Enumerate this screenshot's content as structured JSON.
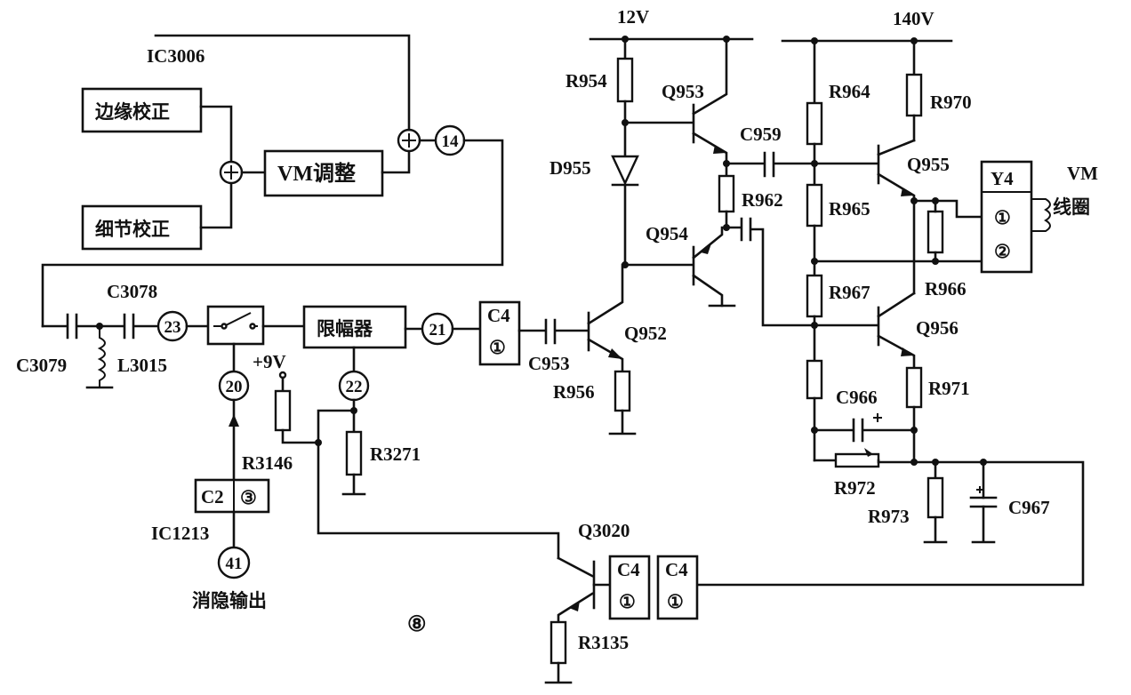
{
  "rails": {
    "v12": "12V",
    "v140": "140V",
    "v9": "+9V"
  },
  "ic": {
    "ic3006": "IC3006",
    "ic1213": "IC1213"
  },
  "blocks": {
    "edge_correction": "边缘校正",
    "detail_correction": "细节校正",
    "vm_adjust": "VM调整",
    "limiter": "限幅器",
    "c2": "C2",
    "c2_pin": "③",
    "c4": "C4",
    "c4_pin": "①",
    "y4": "Y4",
    "y4_pin1": "①",
    "y4_pin2": "②"
  },
  "coil_label": [
    "VM",
    "线圈"
  ],
  "nodes": {
    "n14": "14",
    "n23": "23",
    "n21": "21",
    "n20": "20",
    "n22": "22",
    "n41": "41"
  },
  "blank_output": "消隐输出",
  "figure_no": "⑧",
  "labels": {
    "R954": "R954",
    "Q953": "Q953",
    "D955": "D955",
    "C959": "C959",
    "R962": "R962",
    "Q954": "Q954",
    "R964": "R964",
    "R970": "R970",
    "Q955": "Q955",
    "R965": "R965",
    "R966": "R966",
    "R967": "R967",
    "Q956": "Q956",
    "R971": "R971",
    "C966": "C966",
    "R972": "R972",
    "R973": "R973",
    "C967": "C967",
    "C3078": "C3078",
    "C3079": "C3079",
    "L3015": "L3015",
    "C953": "C953",
    "Q952": "Q952",
    "R956": "R956",
    "R3146": "R3146",
    "R3271": "R3271",
    "Q3020": "Q3020",
    "R3135": "R3135"
  }
}
